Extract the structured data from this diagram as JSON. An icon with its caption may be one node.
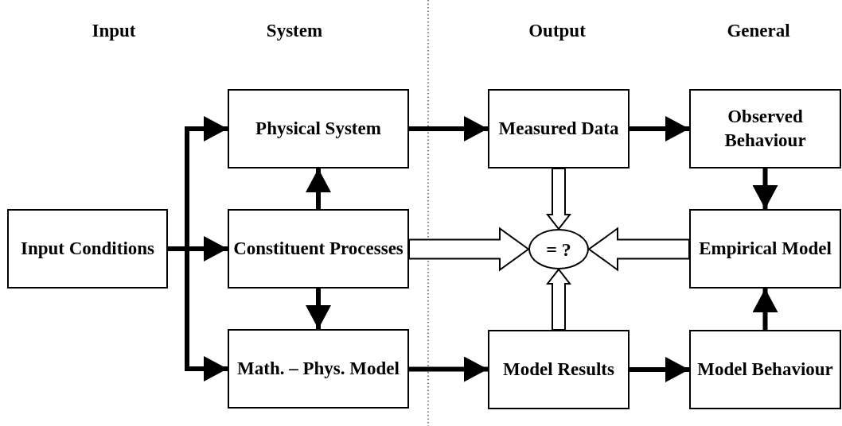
{
  "diagram": {
    "nodes": [
      {
        "text": [
          "Input Conditions"
        ]
      },
      {
        "text": [
          "Physical System"
        ]
      },
      {
        "text": [
          "Constituent Processes"
        ]
      },
      {
        "text": [
          "Math. – Phys. Model"
        ]
      },
      {
        "text": [
          "Measured Data"
        ]
      },
      {
        "text": [
          "Model Results"
        ]
      },
      {
        "text": [
          "Observed Behaviour"
        ]
      },
      {
        "text": [
          "Empirical Model"
        ]
      },
      {
        "text": [
          "Model Behaviour"
        ]
      },
      {
        "text": [
          "= ?"
        ]
      }
    ],
    "edges": [
      {
        "from": 0,
        "to": 1,
        "arrow": "to"
      },
      {
        "from": 0,
        "to": 2,
        "arrow": "to"
      },
      {
        "from": 0,
        "to": 3,
        "arrow": "to"
      },
      {
        "from": 2,
        "to": 1,
        "arrow": "to"
      },
      {
        "from": 2,
        "to": 3,
        "arrow": "to"
      },
      {
        "from": 1,
        "to": 4,
        "arrow": "to"
      },
      {
        "from": 4,
        "to": 6,
        "arrow": "to"
      },
      {
        "from": 6,
        "to": 7,
        "arrow": "to"
      },
      {
        "from": 8,
        "to": 7,
        "arrow": "to"
      },
      {
        "from": 3,
        "to": 5,
        "arrow": "to"
      },
      {
        "from": 5,
        "to": 8,
        "arrow": "to"
      },
      {
        "from": 4,
        "to": 9,
        "arrow": "to",
        "style": "thick"
      },
      {
        "from": 2,
        "to": 9,
        "arrow": "to",
        "style": "thick"
      },
      {
        "from": 7,
        "to": 9,
        "arrow": "to",
        "style": "thick"
      },
      {
        "from": 5,
        "to": 9,
        "arrow": "to",
        "style": "thick"
      }
    ],
    "labels": [
      "Input",
      "System",
      "Output",
      "General"
    ]
  }
}
